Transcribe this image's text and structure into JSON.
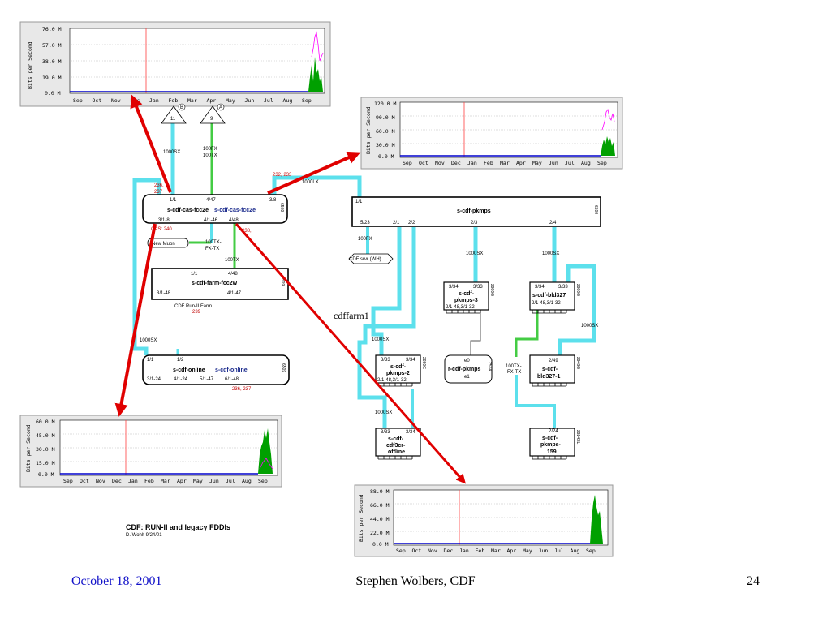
{
  "footer": {
    "date": "October 18, 2001",
    "author": "Stephen Wolbers, CDF",
    "page": "24"
  },
  "caption": {
    "title": "CDF:  RUN-II and legacy FDDIs",
    "subtitle": "D. Wohlt  9/24/01"
  },
  "cdffarm_label": "cdffarm1",
  "colors": {
    "link_cyan": "#5ce0ec",
    "link_green": "#44cc44",
    "arrow_red": "#e00000",
    "mrtg_blue": "#0000cc",
    "mrtg_green": "#00a000",
    "mrtg_magenta": "#ff00ff"
  },
  "graphs": {
    "top_left": {
      "ylabel": "Bits per Second",
      "yticks": [
        "76.0 M",
        "57.0 M",
        "38.0 M",
        "19.0 M",
        "0.0 M"
      ]
    },
    "top_right": {
      "ylabel": "Bits per Second",
      "yticks": [
        "120.0 M",
        "90.0 M",
        "60.0 M",
        "30.0 M",
        "0.0 M"
      ]
    },
    "bottom_left": {
      "ylabel": "Bits per Second",
      "yticks": [
        "60.0 M",
        "45.0 M",
        "30.0 M",
        "15.0 M",
        "0.0 M"
      ]
    },
    "bottom_right": {
      "ylabel": "Bits per Second",
      "yticks": [
        "88.0 M",
        "66.0 M",
        "44.0 M",
        "22.0 M",
        "0.0 M"
      ]
    },
    "months": [
      "Sep",
      "Oct",
      "Nov",
      "Dec",
      "Jan",
      "Feb",
      "Mar",
      "Apr",
      "May",
      "Jun",
      "Jul",
      "Aug",
      "Sep"
    ]
  },
  "tri": {
    "b": "B",
    "a": "A",
    "n11": "11",
    "n9": "9"
  },
  "links": {
    "l1000sx_a": "1000SX",
    "l100fx": "100FX",
    "l100tx_a": "100TX",
    "lred_top": "232, 233",
    "l1000lx": "1000LX",
    "lred_236": "236,",
    "lred_237": "237",
    "l100fx_b": "100FX",
    "l100tx_b": "100TX-",
    "lfxtx_b": "FX-TX",
    "l100tx_c": "100TX",
    "l1000sx_b": "1000SX",
    "l1000sx_c": "1000SX",
    "l1000sx_d": "1000SX",
    "l1000sx_e": "1000SX",
    "l1000sx_f": "1000SX",
    "l1000sx_g": "1000SX",
    "l1000sx_h": "1000SX",
    "l100tx_d": "100TX-",
    "lfxtx_d": "FX-TX",
    "lred_238": "238,"
  },
  "switches": {
    "cas": {
      "title": "s-cdf-cas-fcc2e",
      "title_blue": "s-cdf-cas-fcc2e",
      "p_1_1": "1/1",
      "p_4_47": "4/47",
      "p_3_8": "3/8",
      "p_3_1_8": "3/1-8",
      "p_4_1_46": "4/1-46",
      "p_4_48": "4/48",
      "model": "6509",
      "note": "CAS: 240"
    },
    "pkmps": {
      "title": "s-cdf-pkmps",
      "p_1_1": "1/1",
      "p_5_23": "5/23",
      "p_2_1": "2/1",
      "p_2_2": "2/2",
      "p_2_3": "2/3",
      "p_2_4": "2/4",
      "model": "6509"
    },
    "farm": {
      "title": "s-cdf-farm-fcc2w",
      "p_1_1": "1/1",
      "p_4_48": "4/48",
      "p_3_1_48": "3/1-48",
      "p_4_1_47": "4/1-47",
      "model": "6509",
      "note": "CDF Run-II Farm",
      "note_red": "239"
    },
    "online": {
      "title": "s-cdf-online",
      "title_blue": "s-cdf-online",
      "p_1_1": "1/1",
      "p_1_2": "1/2",
      "p_3_1_24": "3/1-24",
      "p_4_1_24": "4/1-24",
      "p_5_1_47": "5/1-47",
      "p_6_1_48": "6/1-48",
      "model": "6509",
      "red": "236, 237"
    },
    "newmuon": {
      "label": "New Muon"
    },
    "cdfsrvr": {
      "label": "CDF srvr (WH)"
    },
    "pkmps3": {
      "l1": "s-cdf-",
      "l2": "pkmps-3",
      "p_a": "3/34",
      "p_b": "3/33",
      "ports": "2/1-48,3/1-32",
      "model": "2980G"
    },
    "pkmps2": {
      "l1": "s-cdf-",
      "l2": "pkmps-2",
      "p_a": "3/33",
      "p_b": "3/34",
      "ports": "2/1-48,3/1-32",
      "model": "2980G"
    },
    "bld327": {
      "l1": "s-cdf-bld327",
      "p_a": "3/34",
      "p_b": "3/33",
      "ports": "2/1-48,3/1-32",
      "model": "2980G"
    },
    "bld327_1": {
      "l1": "s-cdf-",
      "l2": "bld327-1",
      "p_a": "2/49",
      "model": "2948G"
    },
    "rcdf": {
      "e0": "e0",
      "name": "r-cdf-pkmps",
      "e1": "e1",
      "model": "2514"
    },
    "cdf3cr": {
      "l1": "s-cdf-",
      "l2": "cdf3cr-",
      "l3": "offline",
      "p_a": "3/33",
      "p_b": "3/34"
    },
    "pkmps159": {
      "l1": "s-cdf-",
      "l2": "pkmps-",
      "l3": "159",
      "p_a": "2/24",
      "model": "2924XL"
    }
  }
}
